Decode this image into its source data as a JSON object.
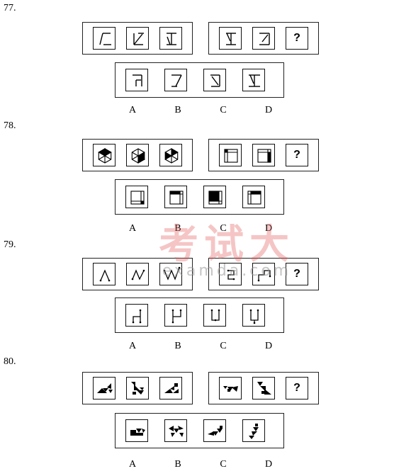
{
  "questions": [
    {
      "number": "77.",
      "question_mark": "?",
      "options": [
        "A",
        "B",
        "C",
        "D"
      ]
    },
    {
      "number": "78.",
      "question_mark": "?",
      "options": [
        "A",
        "B",
        "C",
        "D"
      ]
    },
    {
      "number": "79.",
      "question_mark": "?",
      "options": [
        "A",
        "B",
        "C",
        "D"
      ]
    },
    {
      "number": "80.",
      "question_mark": "?",
      "options": [
        "A",
        "B",
        "C",
        "D"
      ]
    }
  ],
  "watermark": {
    "text": "考试大",
    "subtext": "examda.com"
  }
}
